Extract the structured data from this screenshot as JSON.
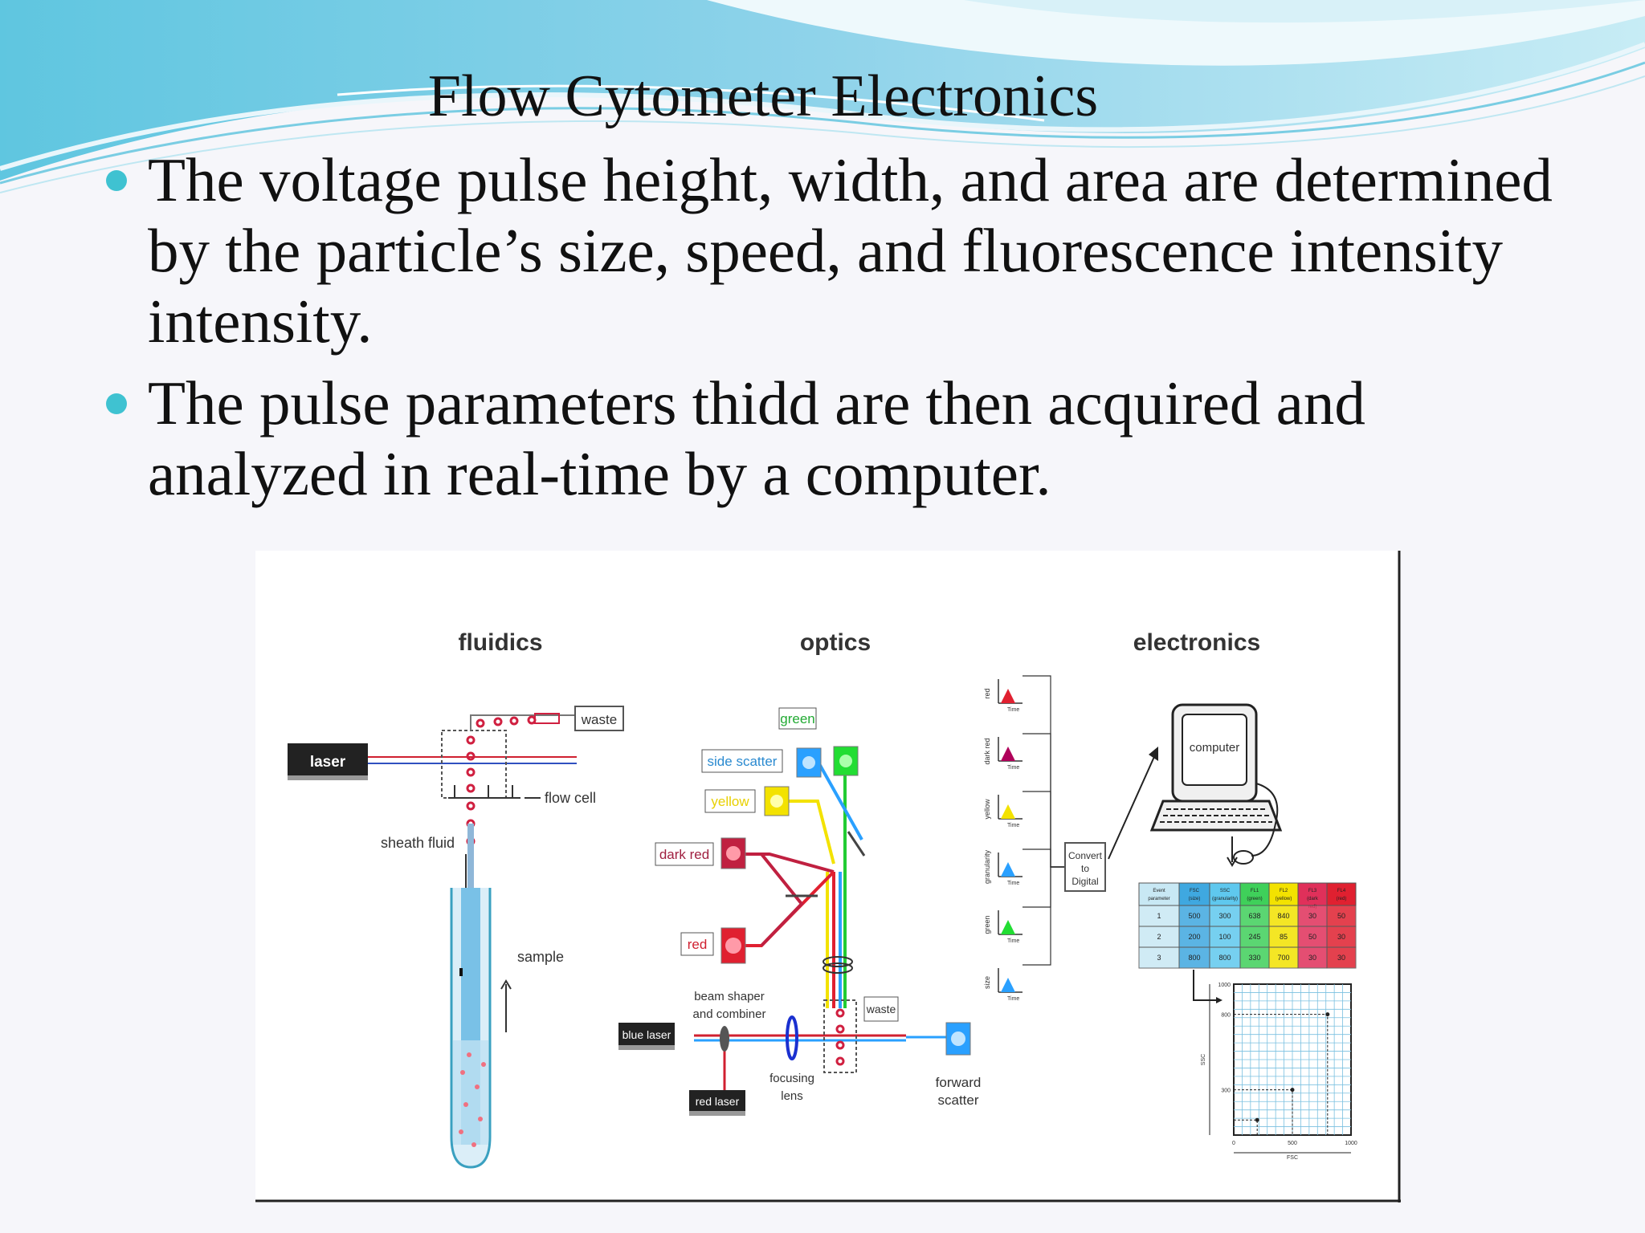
{
  "slide": {
    "title": "Flow Cytometer Electronics",
    "bullets": [
      "The voltage pulse height, width, and area are determined by the particle’s size, speed, and fluorescence intensity intensity.",
      "The pulse parameters thidd are then acquired and analyzed in real-time by a computer."
    ]
  },
  "diagram": {
    "section_titles": {
      "fluidics": "fluidics",
      "optics": "optics",
      "electronics": "electronics"
    },
    "fluidics": {
      "laser": "laser",
      "waste": "waste",
      "flow_cell": "flow cell",
      "sheath_fluid": "sheath fluid",
      "sample": "sample"
    },
    "optics": {
      "green": "green",
      "side_scatter": "side scatter",
      "yellow": "yellow",
      "dark_red": "dark red",
      "red": "red",
      "beam_shaper": "beam shaper",
      "and_combiner": "and combiner",
      "blue_laser": "blue laser",
      "red_laser": "red laser",
      "focusing": "focusing",
      "lens": "lens",
      "waste": "waste",
      "forward": "forward",
      "scatter": "scatter"
    },
    "electronics": {
      "pulse_labels": [
        "red",
        "dark red",
        "yellow",
        "granularity",
        "green",
        "size"
      ],
      "time_label": "Time",
      "convert": [
        "Convert",
        "to",
        "Digital"
      ],
      "computer": "computer",
      "table": {
        "headers": [
          "Event parameter",
          "FSC (size)",
          "SSC (granularity)",
          "FL1 (green)",
          "FL2 (yellow)",
          "FL3 (dark red)",
          "FL4 (red)"
        ],
        "rows": [
          [
            "1",
            "500",
            "300",
            "638",
            "840",
            "30",
            "50"
          ],
          [
            "2",
            "200",
            "100",
            "245",
            "85",
            "50",
            "30"
          ],
          [
            "3",
            "800",
            "800",
            "330",
            "700",
            "30",
            "30"
          ]
        ]
      },
      "plot": {
        "ylabel": "SSC",
        "xlabel": "FSC",
        "yticks": [
          "1000",
          "800",
          "300"
        ],
        "xticks": [
          "0",
          "500",
          "1000"
        ]
      }
    },
    "colors": {
      "teal": "#3fc2d1",
      "green": "#22dd33",
      "blue": "#2aa0ff",
      "yellow": "#f3e200",
      "red": "#e02030",
      "dark_red": "#c02040",
      "magenta": "#b0005a"
    }
  }
}
